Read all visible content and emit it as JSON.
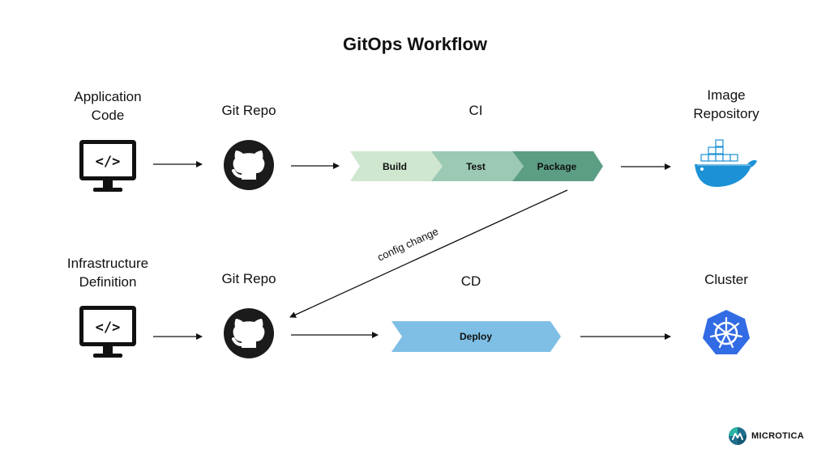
{
  "title": "GitOps Workflow",
  "nodes": {
    "app_code": {
      "line1": "Application",
      "line2": "Code"
    },
    "git_repo_top": "Git Repo",
    "ci": "CI",
    "image_repo": {
      "line1": "Image",
      "line2": "Repository"
    },
    "infra_def": {
      "line1": "Infrastructure",
      "line2": "Definition"
    },
    "git_repo_bottom": "Git Repo",
    "cd": "CD",
    "cluster": "Cluster"
  },
  "ci_stages": [
    "Build",
    "Test",
    "Package"
  ],
  "cd_stages": [
    "Deploy"
  ],
  "edge_label": "config change",
  "brand": "MICROTICA",
  "colors": {
    "build": "#cfe6cf",
    "test": "#9cc9b4",
    "package": "#5c9e84",
    "deploy": "#7fbfe6",
    "docker": "#1d91d6",
    "kubernetes": "#326ce5",
    "github": "#1b1b1b"
  },
  "icons": {
    "monitor": "code-monitor-icon",
    "git": "github-icon",
    "docker": "docker-icon",
    "kubernetes": "kubernetes-icon",
    "brand": "microtica-logo-icon"
  }
}
